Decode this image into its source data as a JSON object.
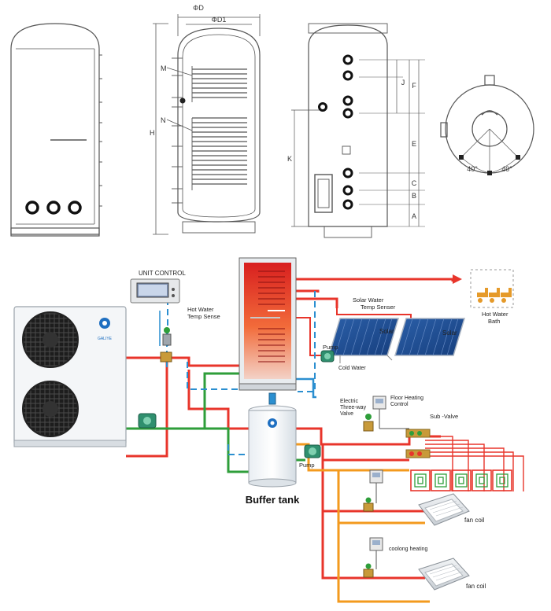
{
  "technical_drawings": {
    "dim_phi_d": "ΦD",
    "dim_phi_d1": "ΦD1",
    "dim_h": "H",
    "label_m": "M",
    "label_n": "N",
    "dim_k": "K",
    "dims_right": [
      "J",
      "F",
      "E",
      "C",
      "B",
      "A"
    ],
    "angle_left": "40°",
    "angle_right": "40°"
  },
  "schematic": {
    "unit_control": "UNIT CONTROL",
    "hot_water_temp_sense": [
      "Hot Water",
      "Temp Sense"
    ],
    "solar_water_temp_senser": [
      "Solar Water",
      "Temp Senser"
    ],
    "solar_1": "Solar",
    "solar_2": "Solar",
    "hot_water_bath": [
      "Hot Water",
      "Bath"
    ],
    "pump_top": "Pump",
    "cold_water": "Cold Water",
    "electric_valve": [
      "Electric",
      "Three-way",
      "Valve"
    ],
    "floor_heating_control": [
      "Floor Heating",
      "Control"
    ],
    "sub_valve": "Sub -Valve",
    "pump_bottom": "Pump",
    "buffer_tank": "Buffer tank",
    "fan_coil_1": "fan coil",
    "coolong_heating": "coolong heating",
    "fan_coil_2": "fan coil",
    "brand": "GALIYE"
  },
  "colors": {
    "hot_pipe": "#e8352b",
    "warm_pipe": "#f39a1e",
    "green_pipe": "#2e9e3a",
    "cold_dashed": "#2b8fd0",
    "outline": "#555555"
  }
}
